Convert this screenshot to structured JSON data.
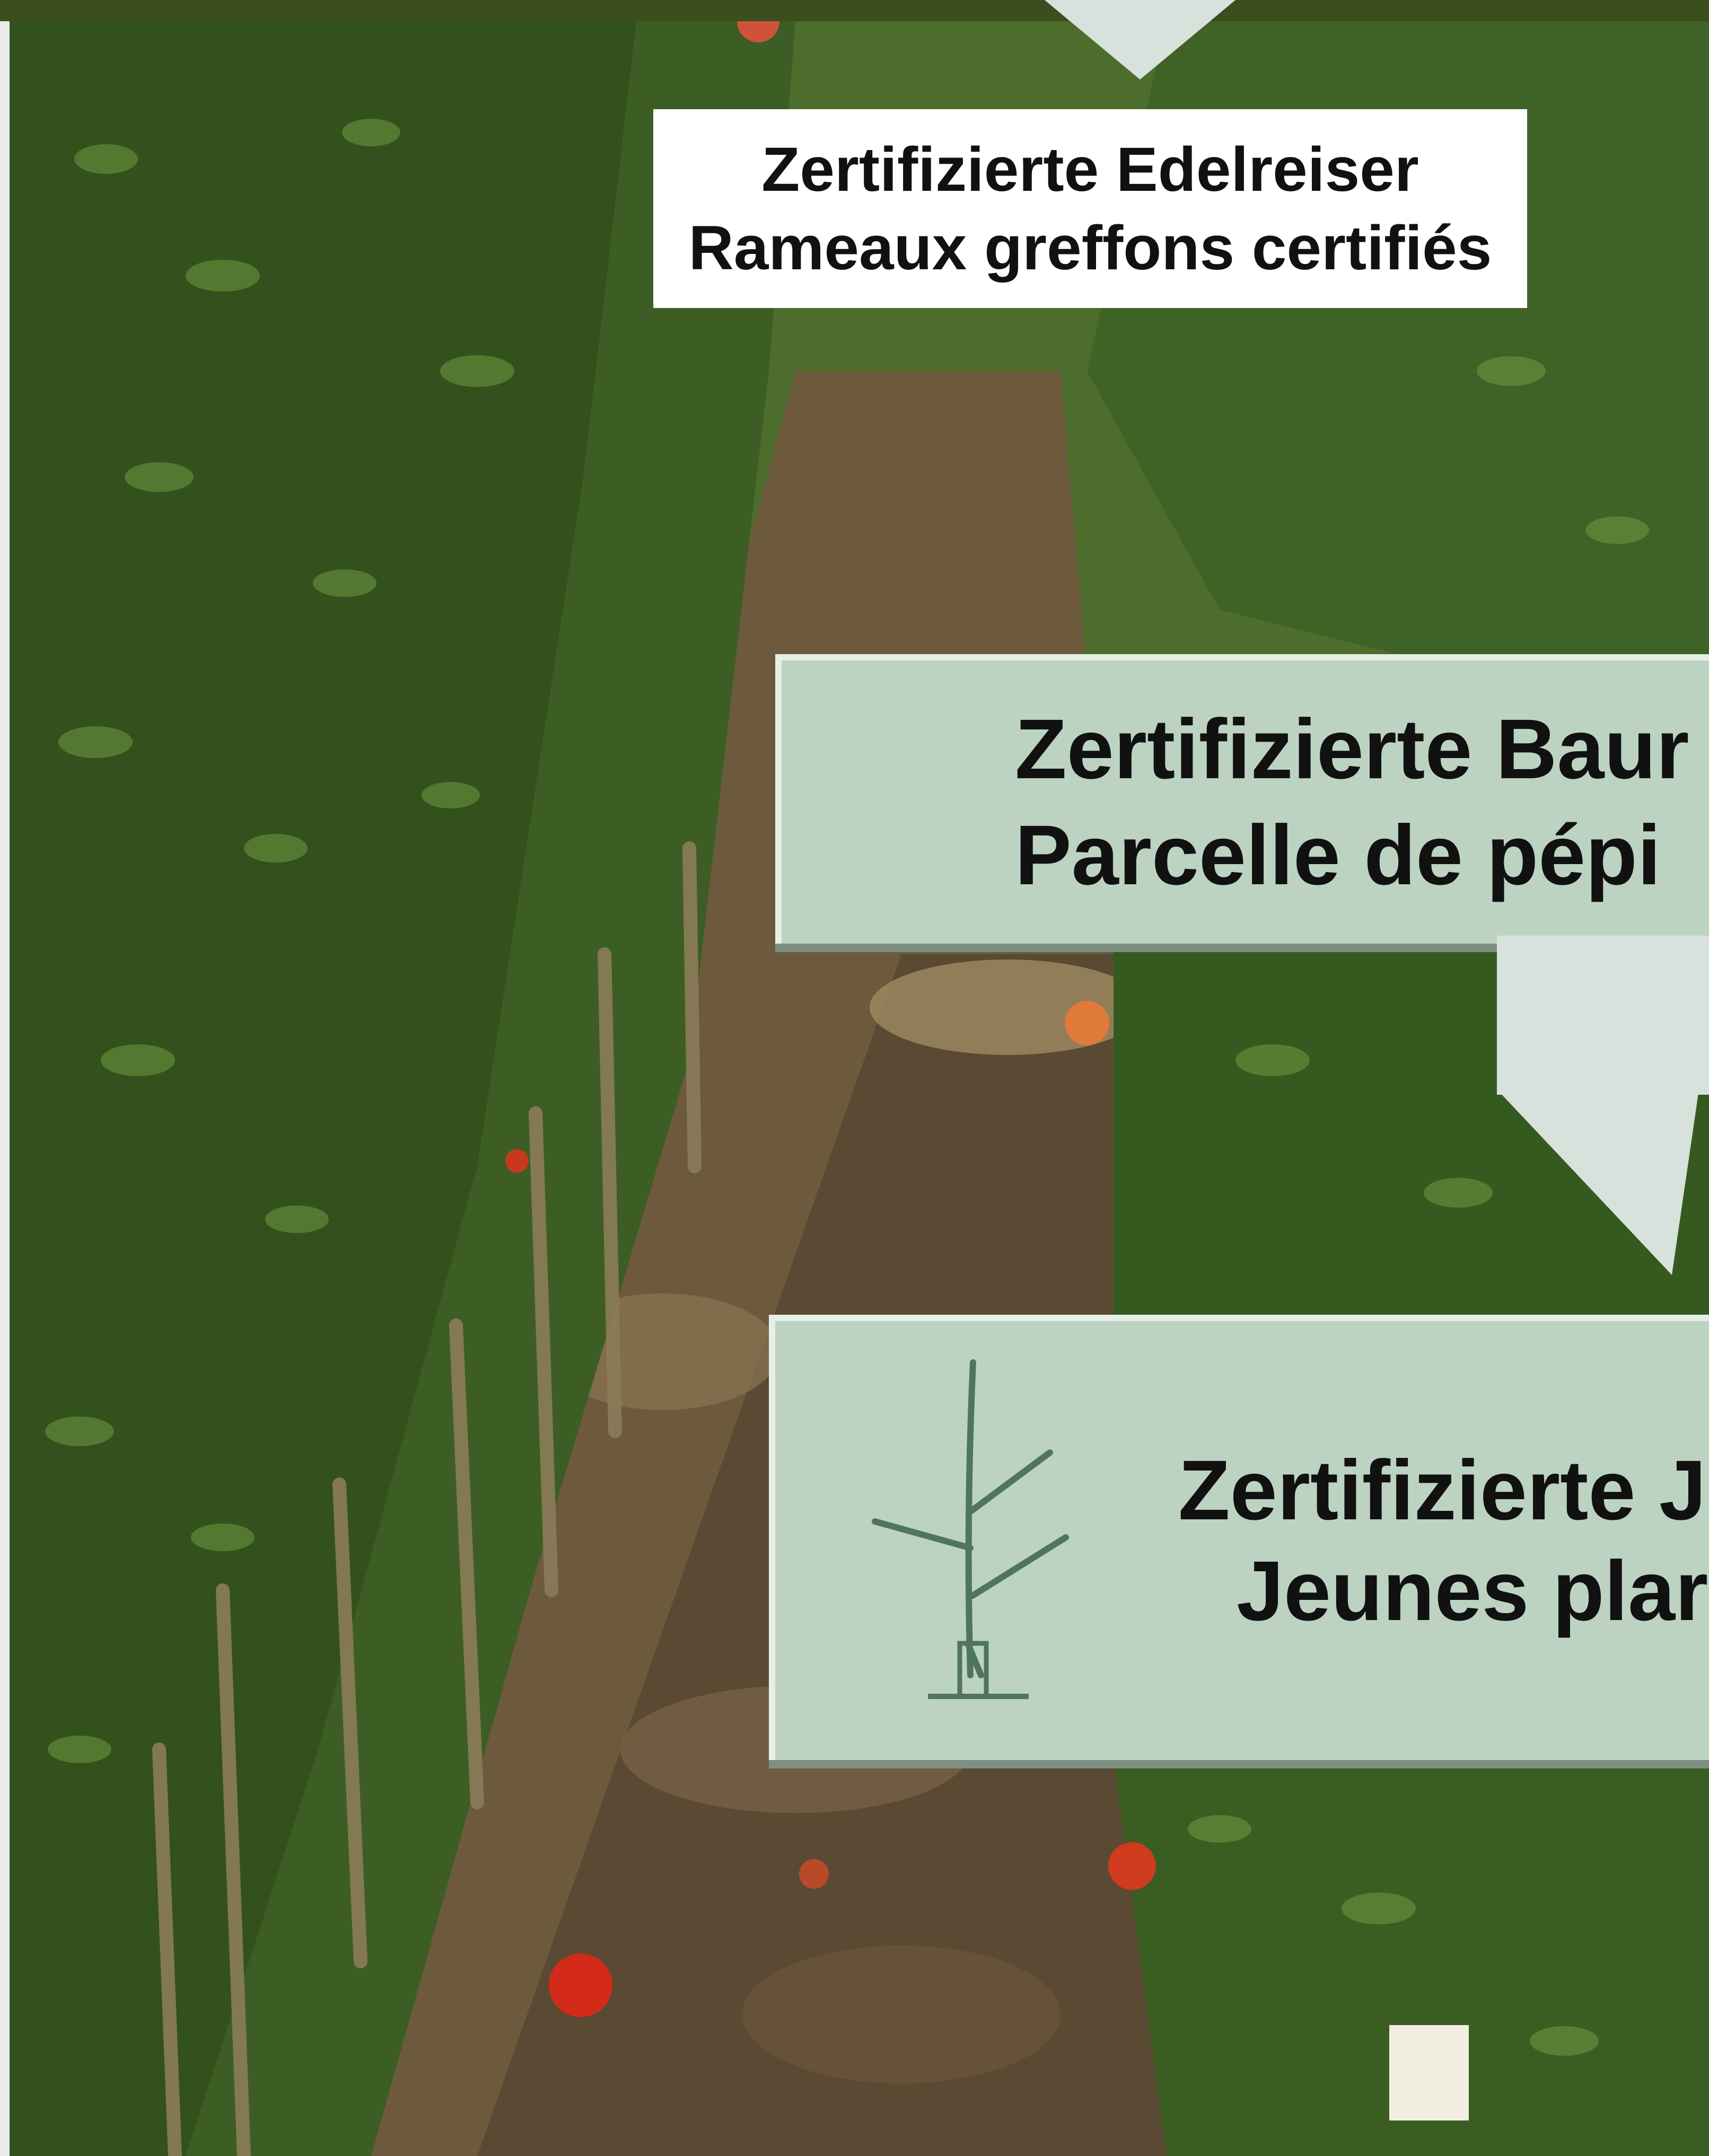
{
  "certified_scions": {
    "line1": "Zertifizierte Edelreiser",
    "line2": "Rameaux greffons certifiés"
  },
  "certified_nursery_plot": {
    "line1": "Zertifizierte Baur",
    "line2": "Parcelle de pépi"
  },
  "certified_young_plants": {
    "line1": "Zertifizierte J",
    "line2": "Jeunes plar"
  },
  "icons": {
    "flow_arrow": "down-arrow-icon",
    "plant": "young-tree-icon"
  },
  "colors": {
    "box_fill": "#bdd3c2",
    "arrow_fill": "#d8e2dc",
    "label_fill": "#ffffff",
    "text": "#111111"
  }
}
